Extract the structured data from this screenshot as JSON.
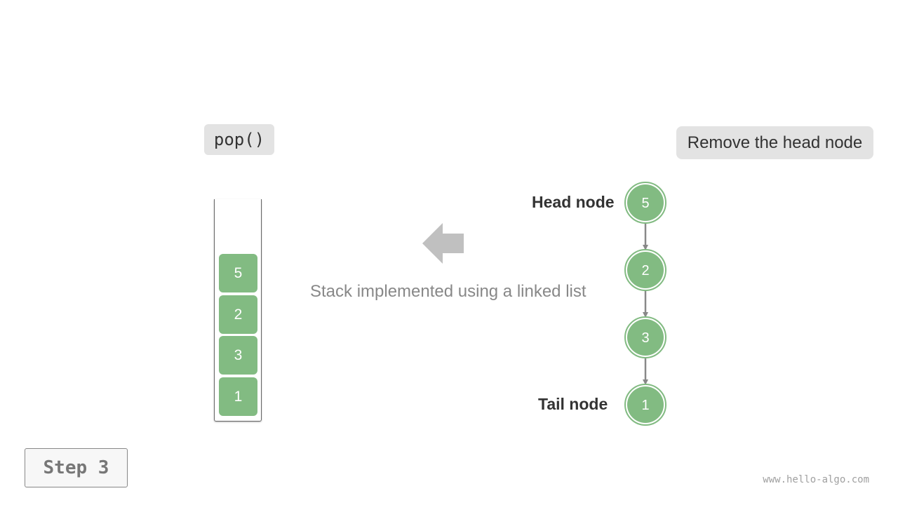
{
  "operation": {
    "label": "pop()"
  },
  "stack": {
    "items": [
      "5",
      "2",
      "3",
      "1"
    ],
    "item_color": "#82bb82"
  },
  "caption": "Stack implemented using a linked list",
  "note": "Remove the head node",
  "linked_list": {
    "nodes": [
      "5",
      "2",
      "3",
      "1"
    ],
    "head_label": "Head node",
    "tail_label": "Tail node",
    "node_color": "#82bb82",
    "edge_color": "#888888"
  },
  "step": {
    "label": "Step 3"
  },
  "watermark": "www.hello-algo.com",
  "icons": {
    "direction": "left-arrow-icon"
  }
}
